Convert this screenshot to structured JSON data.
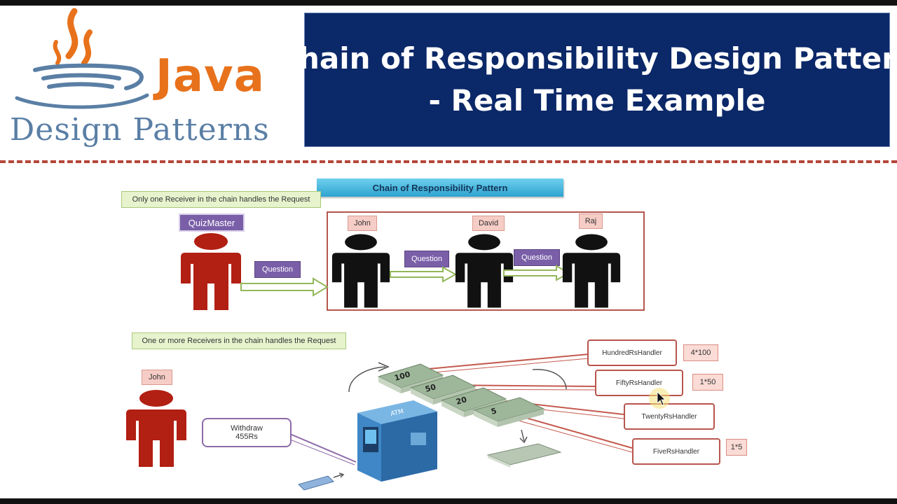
{
  "logo": {
    "java": "Java",
    "design_patterns": "Design Patterns"
  },
  "title": {
    "line1": "Chain of Responsibility Design Pattern",
    "line2": "- Real Time Example"
  },
  "diagram": {
    "banner": "Chain of Responsibility Pattern",
    "section1": {
      "note": "Only one Receiver in the chain handles the Request",
      "sender": "QuizMaster",
      "receivers": [
        "John",
        "David",
        "Raj"
      ],
      "message": "Question"
    },
    "section2": {
      "note": "One or more Receivers in the chain handles the Request",
      "person": "John",
      "request_line1": "Withdraw",
      "request_line2": "455Rs",
      "atm_label": "ATM",
      "notes": [
        "100",
        "50",
        "20",
        "5"
      ],
      "handlers": [
        {
          "name": "HundredRsHandler",
          "result": "4*100"
        },
        {
          "name": "FiftyRsHandler",
          "result": "1*50"
        },
        {
          "name": "TwentyRsHandler",
          "result": ""
        },
        {
          "name": "FiveRsHandler",
          "result": "1*5"
        }
      ]
    }
  },
  "colors": {
    "title_bg": "#0b2868",
    "java_orange": "#e8721c",
    "person_red": "#b21f13",
    "person_black": "#111111",
    "atm_blue": "#3f87c6"
  }
}
